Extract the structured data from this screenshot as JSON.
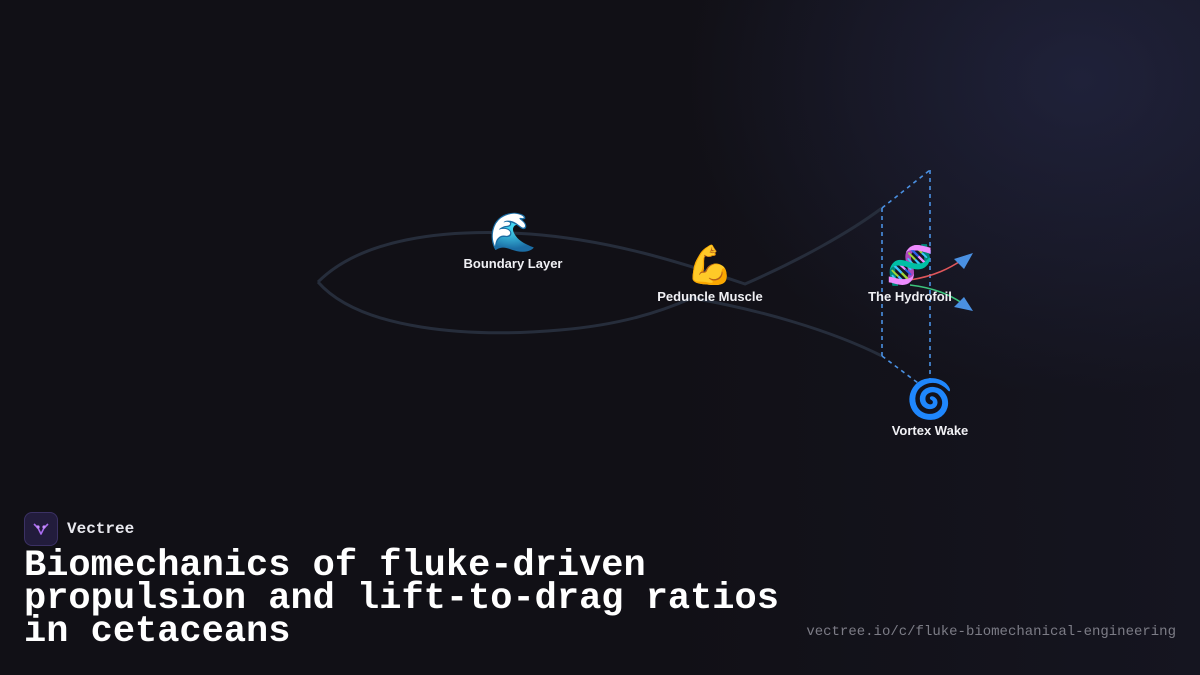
{
  "brand": {
    "name": "Vectree"
  },
  "title": "Biomechanics of fluke-driven propulsion and lift-to-drag ratios in cetaceans",
  "url": "vectree.io/c/fluke-biomechanical-engineering",
  "diagram": {
    "nodes": [
      {
        "id": "boundary-layer",
        "emoji": "🌊",
        "label": "Boundary Layer"
      },
      {
        "id": "peduncle-muscle",
        "emoji": "💪",
        "label": "Peduncle Muscle"
      },
      {
        "id": "hydrofoil",
        "emoji": "🧬",
        "label": "The Hydrofoil"
      },
      {
        "id": "vortex-wake",
        "emoji": "🌀",
        "label": "Vortex Wake"
      }
    ],
    "colors": {
      "outline": "#2a3140",
      "dashed": "#4a90e2",
      "arrow_red": "#e0565b",
      "arrow_green": "#3cc47c",
      "arrow_head": "#4a90e2"
    }
  }
}
